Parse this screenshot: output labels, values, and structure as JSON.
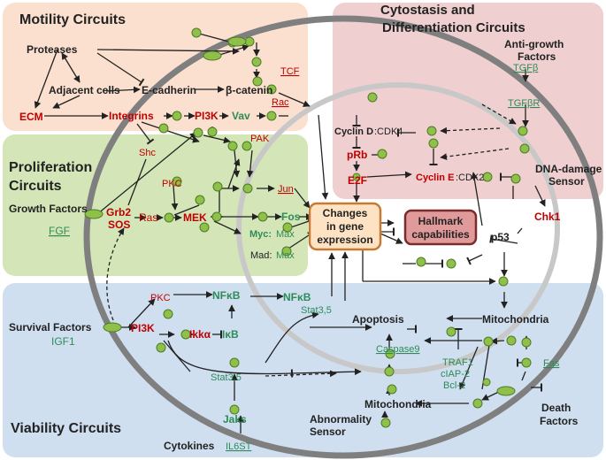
{
  "regions": {
    "motility": "Motility Circuits",
    "cytostasis_line1": "Cytostasis and",
    "cytostasis_line2": "Differentiation Circuits",
    "proliferation_line1": "Proliferation",
    "proliferation_line2": "Circuits",
    "viability": "Viability Circuits"
  },
  "center": {
    "changes_line1": "Changes",
    "changes_line2": "in gene",
    "changes_line3": "expression",
    "hallmark_line1": "Hallmark",
    "hallmark_line2": "capabilities"
  },
  "labels": {
    "proteases": "Proteases",
    "adjacent_cells": "Adjacent cells",
    "ecm": "ECM",
    "e_cadherin": "E-cadherin",
    "beta_catenin": "β-catenin",
    "tcf": "TCF",
    "integrins": "Integrins",
    "pi3k_top": "PI3K",
    "vav": "Vav",
    "rac": "Rac",
    "pak": "PAK",
    "shc": "Shc",
    "pkc_top": "PKC",
    "growth_factors": "Growth Factors",
    "fgf": "FGF",
    "grb2": "Grb2",
    "sos": "SOS",
    "ras": "Ras",
    "mek": "MEK",
    "jun": "Jun",
    "fos": "Fos",
    "myc": "Myc:",
    "max1": "Max",
    "mad": "Mad:",
    "max2": "Max",
    "anti_growth_line1": "Anti-growth",
    "anti_growth_line2": "Factors",
    "tgfb": "TGFβ",
    "tgfbr": "TGFβR",
    "cyclin_d": "Cyclin D",
    "cdk4": ":CDK4",
    "prb": "pRb",
    "e2f": "E2F",
    "cyclin_e": "Cyclin E",
    "cdk2": ":CDK2",
    "dna_damage_line1": "DNA-damage",
    "dna_damage_line2": "Sensor",
    "chk1": "Chk1",
    "p53": "p53",
    "survival_factors": "Survival Factors",
    "igf1": "IGF1",
    "pkc_bottom": "PKC",
    "nfkb_left": "NFκB",
    "nfkb_right": "NFκB",
    "pi3k_bottom": "PI3K",
    "ikka": "Ikkα",
    "ikb": "IκB",
    "stat_top": "Stat3,5",
    "stat_bottom": "Stat3,5",
    "apoptosis": "Apoptosis",
    "mitochondria_top": "Mitochondria",
    "mitochondria_bottom": "Mitochondria",
    "caspase9": "Caspase9",
    "traf1": "TRAF1",
    "ciap2": "cIAP-2",
    "bcl2": "Bcl-2",
    "fas": "Fas",
    "jaks": "Jaks",
    "abnormality_line1": "Abnormality",
    "abnormality_line2": "Sensor",
    "death_line1": "Death",
    "death_line2": "Factors",
    "cytokines": "Cytokines",
    "il6st": "IL6ST"
  },
  "colors": {
    "motility_bg": "#fbe0cf",
    "cytostasis_bg": "#efcfcf",
    "proliferation_bg": "#d4e6b8",
    "viability_bg": "#cfdff0",
    "outer_ring": "#7f7f7f",
    "inner_ring": "#c8c8c8",
    "red_text": "#c00000",
    "green_text": "#2e8b57",
    "node_fill": "#8fc04a",
    "node_stroke": "#4e7a25",
    "changes_fill": "#fde3c4",
    "changes_stroke": "#c77a32",
    "hallmark_fill": "#e19a9a",
    "hallmark_stroke": "#7a2b2b"
  }
}
